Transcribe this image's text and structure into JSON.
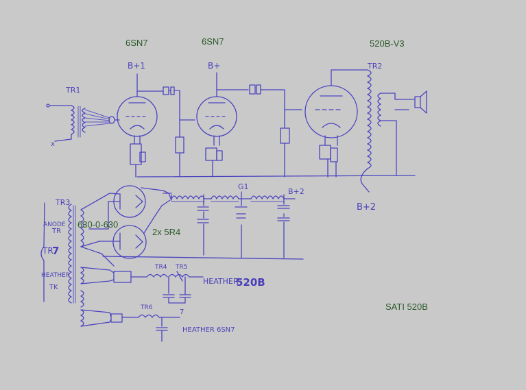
{
  "labels": {
    "tube_v1": "6SN7",
    "tube_v2": "6SN7",
    "tube_v3": "520B-V3",
    "rectifier": "2x 5R4",
    "transformer_voltage": "630-0-630",
    "footer_title": "SATI 520B"
  },
  "handwritten": {
    "bplus1": "B+1",
    "bplus": "B+",
    "bplus2": "B+2",
    "bplus2_out": "B+2",
    "g1": "G1",
    "tr1": "TR1",
    "tr2": "TR2",
    "tr3": "TR3",
    "tr4": "TR4",
    "tr5": "TR5",
    "tr6": "TR6",
    "tr7_prefix": "TR",
    "tr7_num": "7",
    "anode_tr_1": "ANODE",
    "anode_tr_2": "TR",
    "heater_tr_1": "HEATHER",
    "heater_tr_2": "TK",
    "heather_520b_a": "HEATHER",
    "heather_520b_b": "520B",
    "heather_6sn7": "HEATHER 6SN7",
    "x_mark": "x",
    "seven_mark": "7"
  },
  "colors": {
    "background": "#c9c9c9",
    "ink": "#4b44c0",
    "typed_text": "#2b5a2b"
  }
}
